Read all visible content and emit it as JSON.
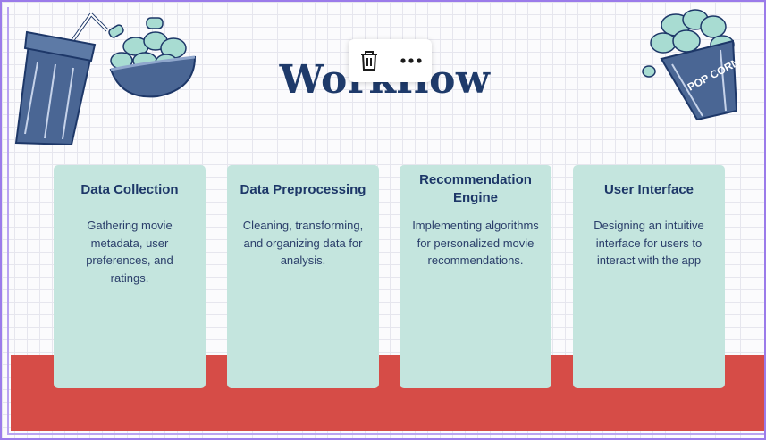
{
  "slide": {
    "title": "Workflow",
    "cards": [
      {
        "title": "Data Collection",
        "description": "Gathering movie metadata, user preferences, and ratings."
      },
      {
        "title": "Data Preprocessing",
        "description": "Cleaning, transforming, and organizing data for analysis."
      },
      {
        "title": "Recommendation Engine",
        "description": "Implementing algorithms for personalized movie recommendations."
      },
      {
        "title": "User Interface",
        "description": "Designing an intuitive interface for users to interact with the app"
      }
    ],
    "popcorn_box_text": "POP CORN"
  },
  "toolbar": {
    "delete_icon": "trash-icon",
    "more_icon": "more-dots-icon"
  },
  "colors": {
    "card_bg": "#c4e5de",
    "band": "#d64c47",
    "title": "#1e3a6a",
    "selection": "#9b7bea"
  }
}
